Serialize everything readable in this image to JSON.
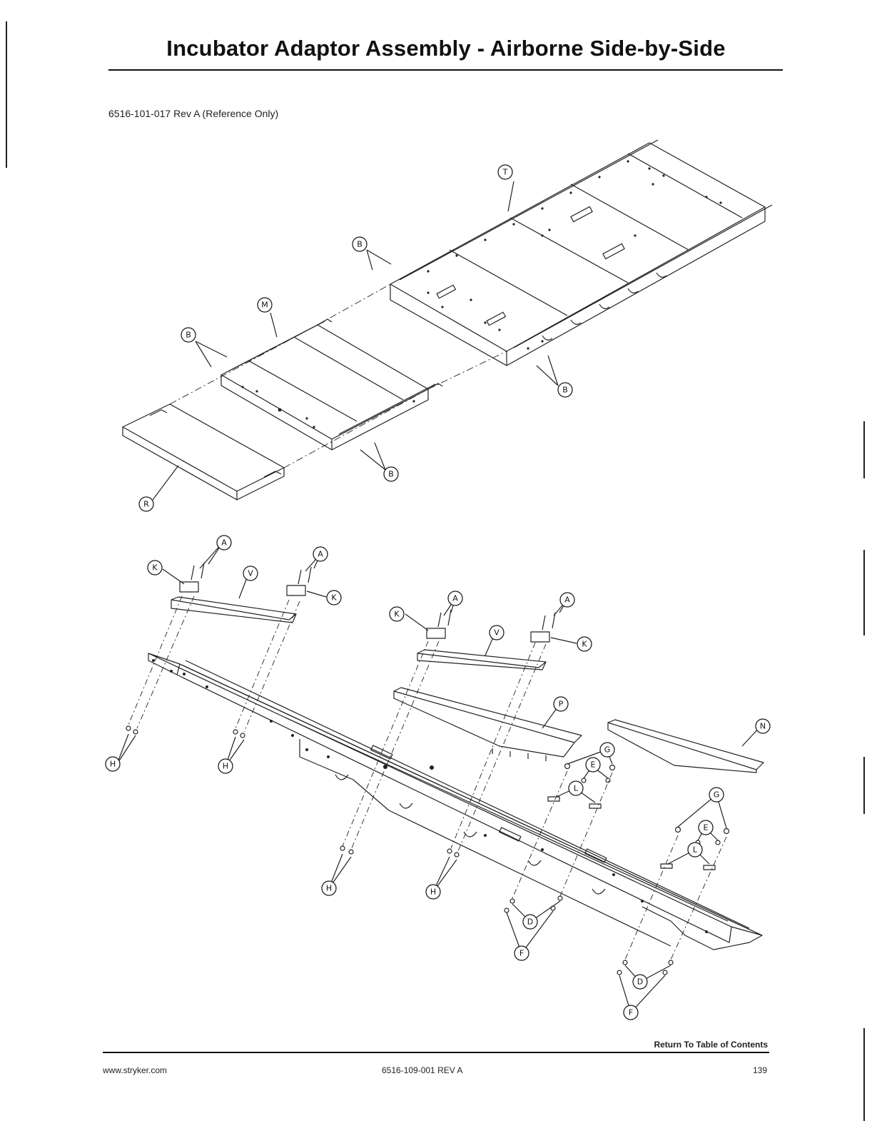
{
  "page": {
    "title": "Incubator Adaptor Assembly - Airborne Side-by-Side",
    "doc_reference": "6516-101-017 Rev A (Reference Only)"
  },
  "callouts": {
    "top_assembly": {
      "T": "T",
      "B1": "B",
      "M": "M",
      "B2": "B",
      "B3": "B",
      "B4": "B",
      "R": "R"
    },
    "bottom_assembly": {
      "A1": "A",
      "A2": "A",
      "A3": "A",
      "A4": "A",
      "K1": "K",
      "K2": "K",
      "K3": "K",
      "K4": "K",
      "V1": "V",
      "V2": "V",
      "P": "P",
      "N": "N",
      "H1": "H",
      "H2": "H",
      "H3": "H",
      "H4": "H",
      "G1": "G",
      "E1": "E",
      "L1": "L",
      "G2": "G",
      "E2": "E",
      "L2": "L",
      "D1": "D",
      "F1": "F",
      "D2": "D",
      "F2": "F"
    }
  },
  "footer": {
    "return_link": "Return To Table of Contents",
    "website": "www.stryker.com",
    "doc_number": "6516-109-001 REV A",
    "page_number": "139"
  }
}
